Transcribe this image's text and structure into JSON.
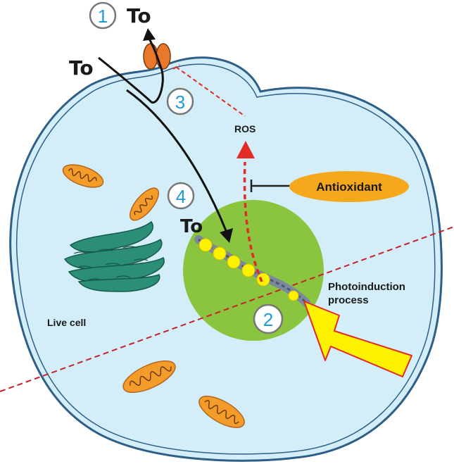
{
  "labels": {
    "to_top": "To",
    "to_left": "To",
    "to_nucleus": "To",
    "ros": "ROS",
    "antioxidant": "Antioxidant",
    "photoinduction_line1": "Photoinduction",
    "photoinduction_line2": "process",
    "live_cell": "Live cell"
  },
  "steps": [
    "1",
    "2",
    "3",
    "4"
  ],
  "colors": {
    "cytoplasm": "#d3eef8",
    "membrane": "#2e5f87",
    "nucleus": "#8bc43f",
    "antioxidant": "#f5a81c",
    "mitochondria": "#f39c2a",
    "er": "#2a8f76",
    "ros_arrow": "#e32b25",
    "lightning": "#fff200",
    "step_number": "#1e9bd7",
    "transporter": "#e9782a"
  }
}
